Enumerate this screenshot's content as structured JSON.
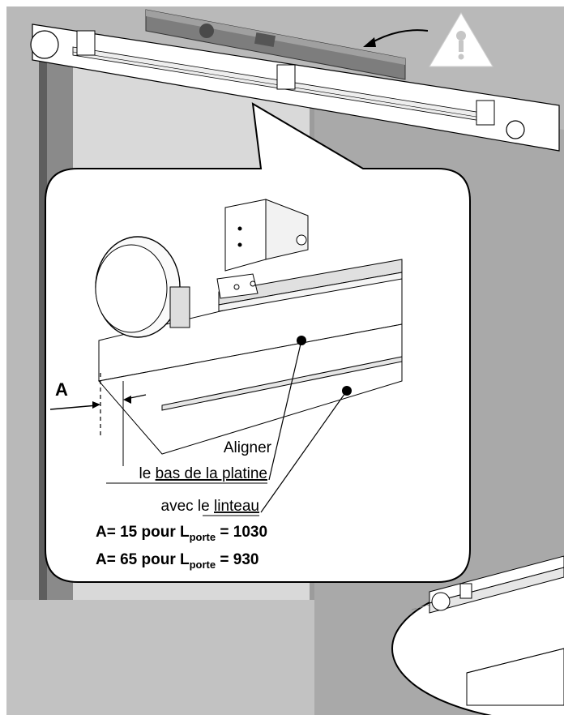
{
  "labels": {
    "dimension_letter": "A",
    "align_line1": "Aligner",
    "align_line2_prefix": "le ",
    "align_line2_underlined": "bas de la platine",
    "align_line3_prefix": "avec le ",
    "align_line3_underlined": "linteau",
    "rule1_prefix": "A= 15 pour L",
    "rule1_sub": "porte",
    "rule1_suffix": " = 1030",
    "rule2_prefix": "A= 65 pour L",
    "rule2_sub": "porte",
    "rule2_suffix": " =  930"
  },
  "icons": {
    "warning": "warning-triangle-icon",
    "arrow": "curved-arrow-icon",
    "level": "spirit-level-icon"
  },
  "colors": {
    "wall": "#b9b9b9",
    "wall_dark": "#6f6f6f",
    "warning_bg": "#cfcfcf",
    "line": "#000000"
  }
}
